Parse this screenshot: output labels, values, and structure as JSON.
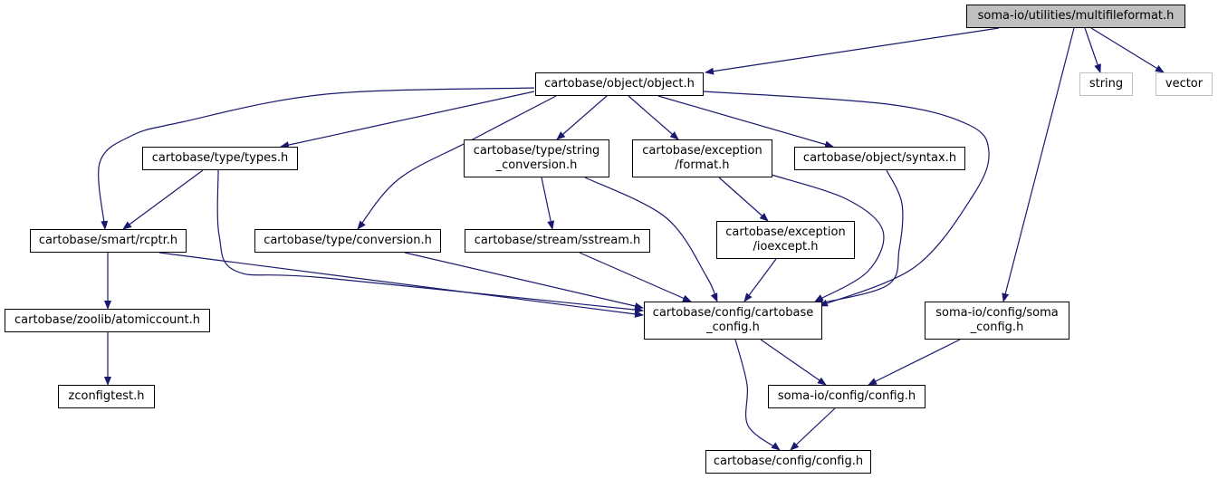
{
  "graph": {
    "edge_color": "#191970",
    "root_fill": "#bfbfbf",
    "external_border": "#bfbfbf",
    "nodes": [
      {
        "id": "multifileformat",
        "label": "soma-io/utilities/multifileformat.h",
        "kind": "root"
      },
      {
        "id": "object",
        "label": "cartobase/object/object.h",
        "kind": "file"
      },
      {
        "id": "string",
        "label": "string",
        "kind": "external"
      },
      {
        "id": "vector",
        "label": "vector",
        "kind": "external"
      },
      {
        "id": "types",
        "label": "cartobase/type/types.h",
        "kind": "file"
      },
      {
        "id": "string_conversion",
        "label": "cartobase/type/string\n_conversion.h",
        "kind": "file"
      },
      {
        "id": "exc_format",
        "label": "cartobase/exception\n/format.h",
        "kind": "file"
      },
      {
        "id": "syntax",
        "label": "cartobase/object/syntax.h",
        "kind": "file"
      },
      {
        "id": "rcptr",
        "label": "cartobase/smart/rcptr.h",
        "kind": "file"
      },
      {
        "id": "conversion",
        "label": "cartobase/type/conversion.h",
        "kind": "file"
      },
      {
        "id": "sstream",
        "label": "cartobase/stream/sstream.h",
        "kind": "file"
      },
      {
        "id": "ioexcept",
        "label": "cartobase/exception\n/ioexcept.h",
        "kind": "file"
      },
      {
        "id": "atomiccount",
        "label": "cartobase/zoolib/atomiccount.h",
        "kind": "file"
      },
      {
        "id": "cartobase_config",
        "label": "cartobase/config/cartobase\n_config.h",
        "kind": "file"
      },
      {
        "id": "soma_config",
        "label": "soma-io/config/soma\n_config.h",
        "kind": "file"
      },
      {
        "id": "zconfigtest",
        "label": "zconfigtest.h",
        "kind": "file"
      },
      {
        "id": "somaio_config",
        "label": "soma-io/config/config.h",
        "kind": "file"
      },
      {
        "id": "cb_config",
        "label": "cartobase/config/config.h",
        "kind": "file"
      }
    ],
    "edges": [
      {
        "from": "multifileformat",
        "to": "object"
      },
      {
        "from": "multifileformat",
        "to": "string"
      },
      {
        "from": "multifileformat",
        "to": "vector"
      },
      {
        "from": "multifileformat",
        "to": "soma_config"
      },
      {
        "from": "object",
        "to": "types"
      },
      {
        "from": "object",
        "to": "string_conversion"
      },
      {
        "from": "object",
        "to": "exc_format"
      },
      {
        "from": "object",
        "to": "syntax"
      },
      {
        "from": "object",
        "to": "rcptr"
      },
      {
        "from": "object",
        "to": "conversion"
      },
      {
        "from": "object",
        "to": "cartobase_config"
      },
      {
        "from": "types",
        "to": "rcptr"
      },
      {
        "from": "types",
        "to": "cartobase_config"
      },
      {
        "from": "string_conversion",
        "to": "sstream"
      },
      {
        "from": "string_conversion",
        "to": "cartobase_config"
      },
      {
        "from": "exc_format",
        "to": "ioexcept"
      },
      {
        "from": "exc_format",
        "to": "cartobase_config"
      },
      {
        "from": "syntax",
        "to": "cartobase_config"
      },
      {
        "from": "rcptr",
        "to": "atomiccount"
      },
      {
        "from": "rcptr",
        "to": "cartobase_config"
      },
      {
        "from": "conversion",
        "to": "cartobase_config"
      },
      {
        "from": "sstream",
        "to": "cartobase_config"
      },
      {
        "from": "ioexcept",
        "to": "cartobase_config"
      },
      {
        "from": "atomiccount",
        "to": "zconfigtest"
      },
      {
        "from": "cartobase_config",
        "to": "somaio_config"
      },
      {
        "from": "cartobase_config",
        "to": "cb_config"
      },
      {
        "from": "soma_config",
        "to": "somaio_config"
      },
      {
        "from": "somaio_config",
        "to": "cb_config"
      }
    ]
  }
}
